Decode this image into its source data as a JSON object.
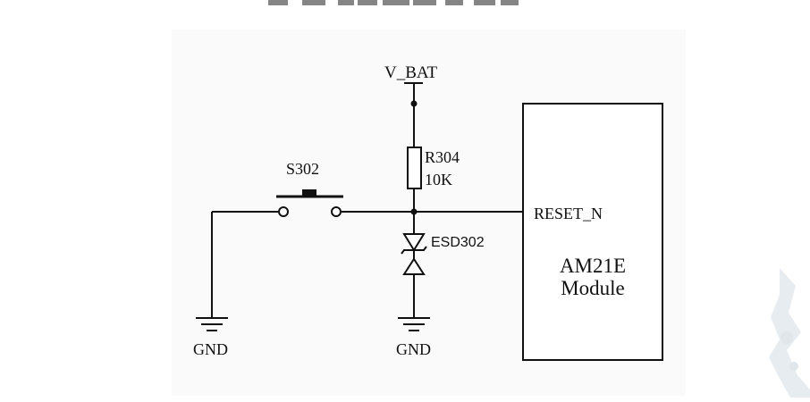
{
  "header_caption": "",
  "schematic": {
    "power_label": "V_BAT",
    "switch": {
      "ref": "S302"
    },
    "resistor": {
      "ref": "R304",
      "value": "10K"
    },
    "esd": {
      "ref": "ESD302"
    },
    "ground_left": "GND",
    "ground_center": "GND",
    "signal": "RESET_N",
    "module": {
      "line1": "AM21E",
      "line2": "Module"
    }
  },
  "colors": {
    "ink": "#111111",
    "panel": "#fafafa",
    "watermark": "#c9d2dc"
  }
}
